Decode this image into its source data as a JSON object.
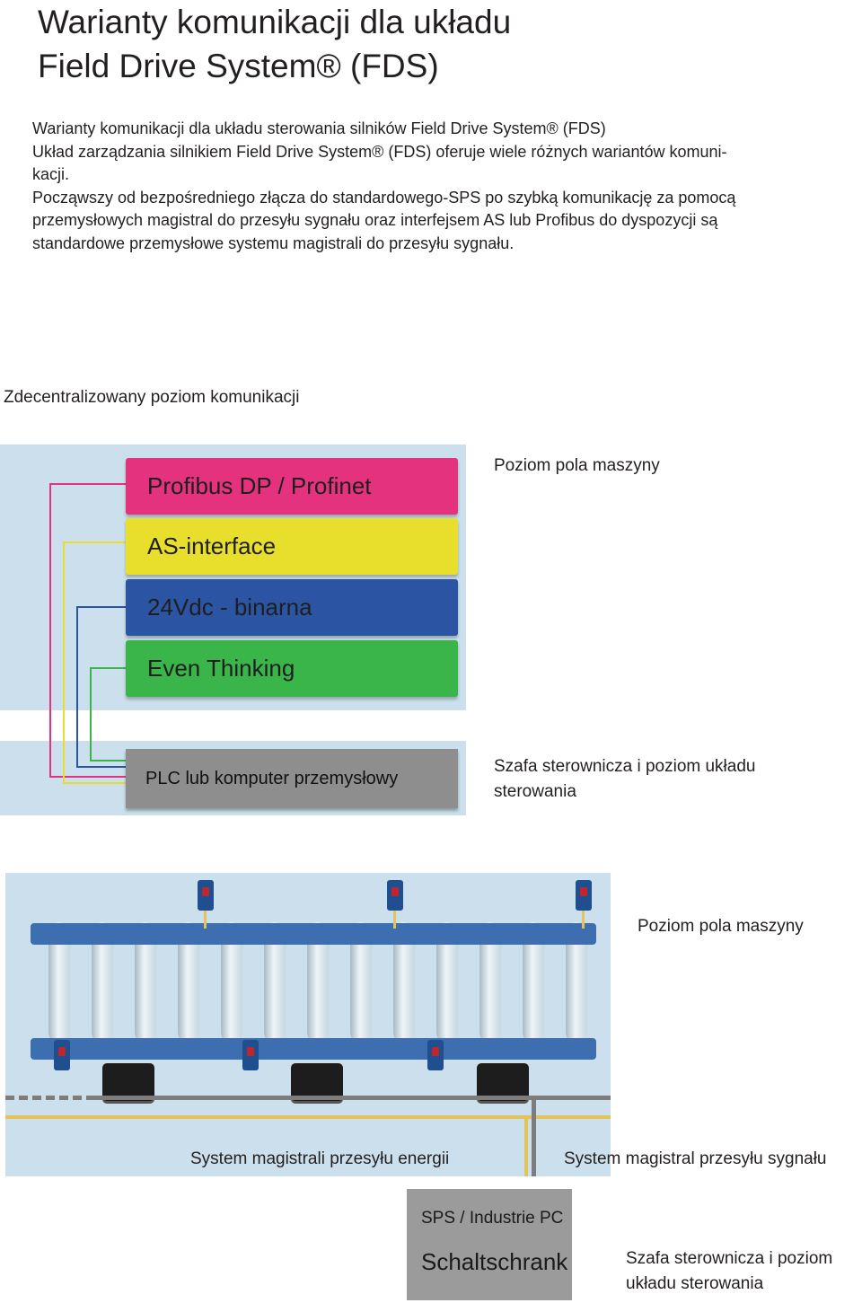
{
  "title": {
    "line1": "Warianty komunikacji dla układu",
    "line2": "Field Drive System® (FDS)"
  },
  "intro": {
    "line1": "Warianty komunikacji dla układu sterowania silników Field Drive System® (FDS)",
    "line2": "Układ zarządzania silnikiem Field Drive System® (FDS) oferuje wiele różnych wariantów komuni-",
    "line3": "kacji.",
    "line4": "Począwszy od bezpośredniego złącza do standardowego-SPS po szybką komunikację za pomocą",
    "line5": "przemysłowych magistral do przesyłu sygnału oraz interfejsem AS lub Profibus do dyspozycji są",
    "line6": "standardowe przemysłowe systemu magistrali do przesyłu sygnału."
  },
  "section_label": "Zdecentralizowany poziom komunikacji",
  "diagram1": {
    "bars": [
      {
        "label": "Profibus DP / Profinet",
        "color": "#e5327f"
      },
      {
        "label": "AS-interface",
        "color": "#e8de2c"
      },
      {
        "label": "24Vdc - binarna",
        "color": "#2b55a3"
      },
      {
        "label": "Even Thinking",
        "color": "#3ab54a"
      }
    ],
    "plc_label": "PLC lub komputer przemysłowy",
    "label_field": "Poziom pola maszyny",
    "label_cabinet_line1": "Szafa sterownicza i poziom układu",
    "label_cabinet_line2": "sterowania"
  },
  "diagram2": {
    "label_field": "Poziom pola maszyny",
    "label_energy": "System magistrali przesyłu energii",
    "label_signal": "System magistral przesyłu sygnału",
    "sps_top": "SPS / Industrie PC",
    "sps_bottom": "Schaltschrank",
    "label_cabinet_line1": "Szafa sterownicza i poziom",
    "label_cabinet_line2": "układu sterowania"
  }
}
